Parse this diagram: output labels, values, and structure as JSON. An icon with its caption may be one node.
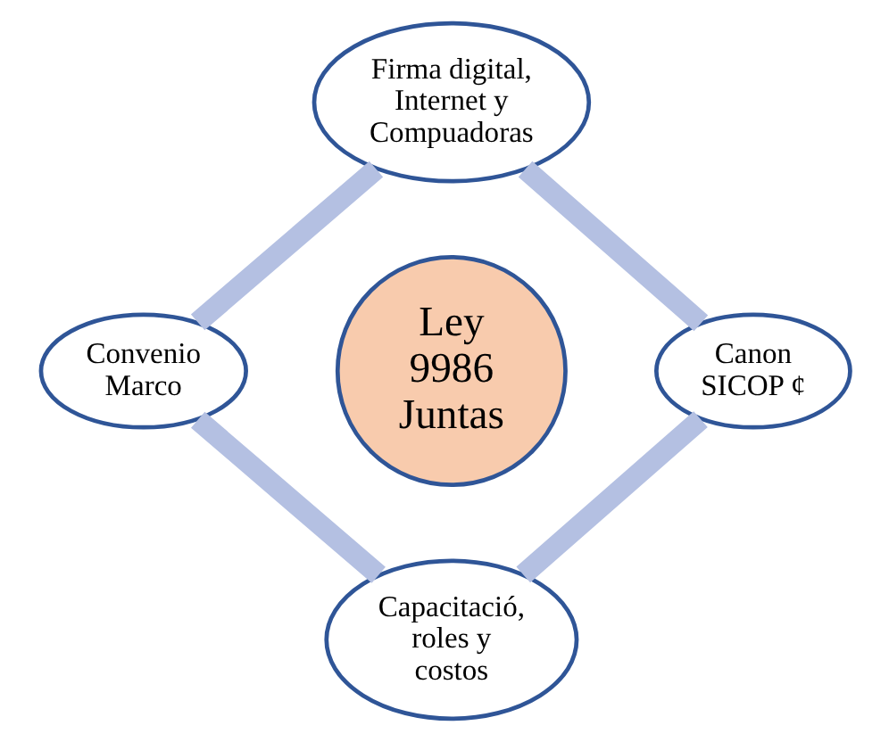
{
  "diagram": {
    "nodes": [
      {
        "text": [
          "Firma digital, Internet y Compuadoras"
        ]
      },
      {
        "text": [
          "Convenio Marco"
        ]
      },
      {
        "text": [
          "Ley 9986 Juntas"
        ]
      },
      {
        "text": [
          "Canon SICOP ¢"
        ]
      },
      {
        "text": [
          "Capacitació, roles y costos"
        ]
      }
    ],
    "edges": [
      {
        "from": 0,
        "to": 1,
        "arrow": "none"
      },
      {
        "from": 0,
        "to": 3,
        "arrow": "none"
      },
      {
        "from": 1,
        "to": 4,
        "arrow": "none"
      },
      {
        "from": 3,
        "to": 4,
        "arrow": "none"
      }
    ]
  }
}
